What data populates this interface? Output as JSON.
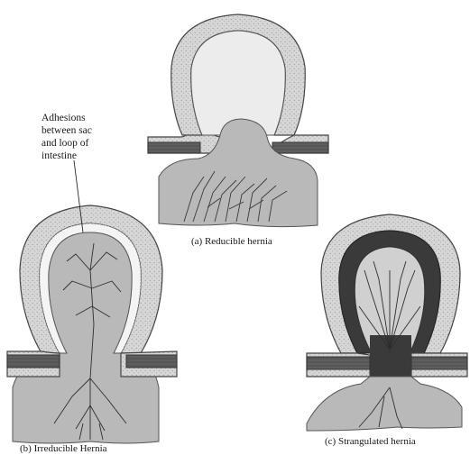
{
  "annotation": {
    "lines": [
      "Adhesions",
      "between sac",
      "and loop of",
      "intestine"
    ]
  },
  "captions": {
    "a": "(a)  Reducible hernia",
    "b": "(b)  Irreducible Hernia",
    "c": "(c)  Strangulated hernia"
  },
  "colors": {
    "sac_wall": "#d2d2d2",
    "sac_border": "#4a4a4a",
    "intestine": "#b8b8b8",
    "muscle": "#5a5a5a",
    "strangulated_loop": "#3a3a3a",
    "adhesion": "#f2f2f2"
  }
}
